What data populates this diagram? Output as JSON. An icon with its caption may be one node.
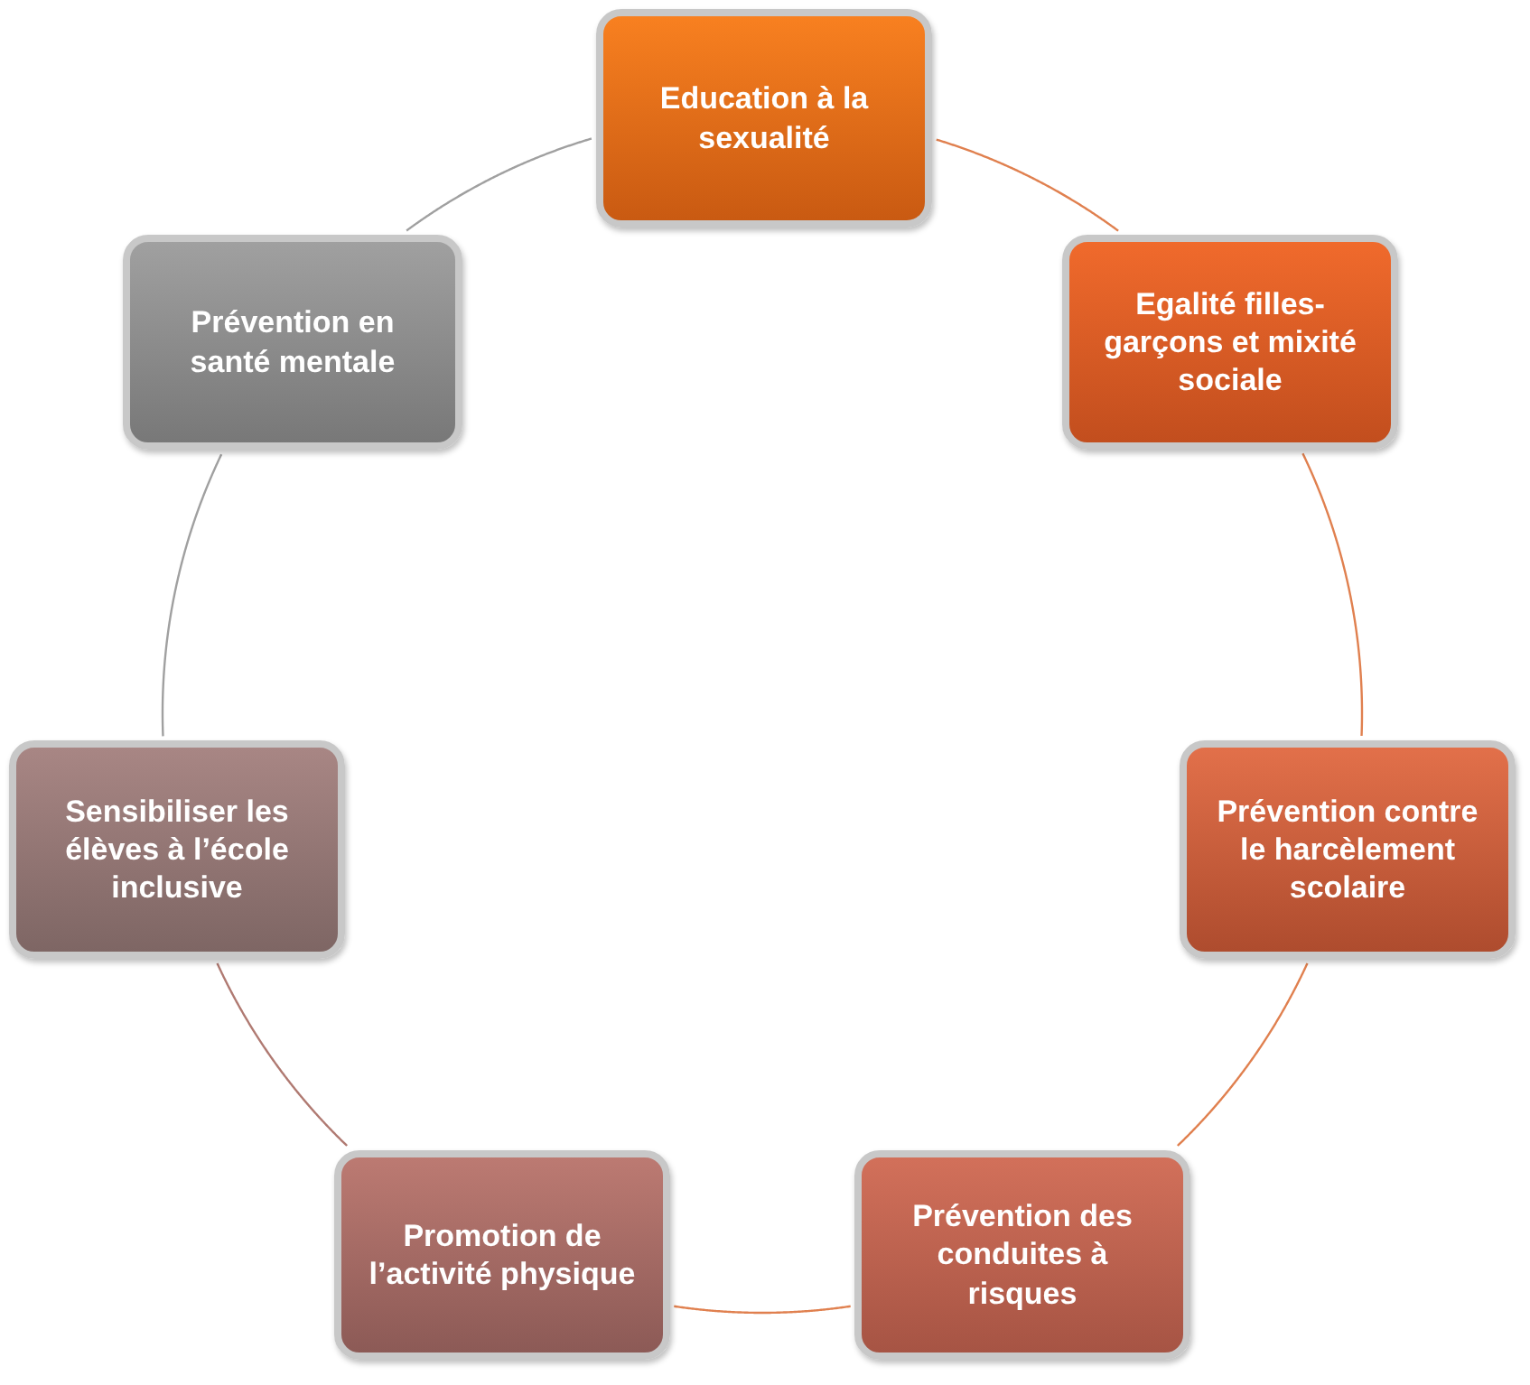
{
  "diagram": {
    "nodes": [
      {
        "text": [
          "Education à la sexualité"
        ]
      },
      {
        "text": [
          "Egalité filles-garçons et mixité sociale"
        ]
      },
      {
        "text": [
          "Prévention contre le harcèlement scolaire"
        ]
      },
      {
        "text": [
          "Prévention des conduites à risques"
        ]
      },
      {
        "text": [
          "Promotion de l’activité physique"
        ]
      },
      {
        "text": [
          "Sensibiliser les élèves à l’école inclusive"
        ]
      },
      {
        "text": [
          "Prévention en santé mentale"
        ]
      }
    ],
    "edges": [
      {
        "from": 0,
        "to": 1,
        "arrow": "none"
      },
      {
        "from": 1,
        "to": 2,
        "arrow": "none"
      },
      {
        "from": 2,
        "to": 3,
        "arrow": "none"
      },
      {
        "from": 3,
        "to": 4,
        "arrow": "none"
      },
      {
        "from": 4,
        "to": 5,
        "arrow": "none",
        "color": "#b07a72"
      },
      {
        "from": 5,
        "to": 6,
        "arrow": "none",
        "color": "#a0a0a0"
      },
      {
        "from": 6,
        "to": 0,
        "arrow": "none",
        "color": "#a0a0a0"
      }
    ]
  }
}
